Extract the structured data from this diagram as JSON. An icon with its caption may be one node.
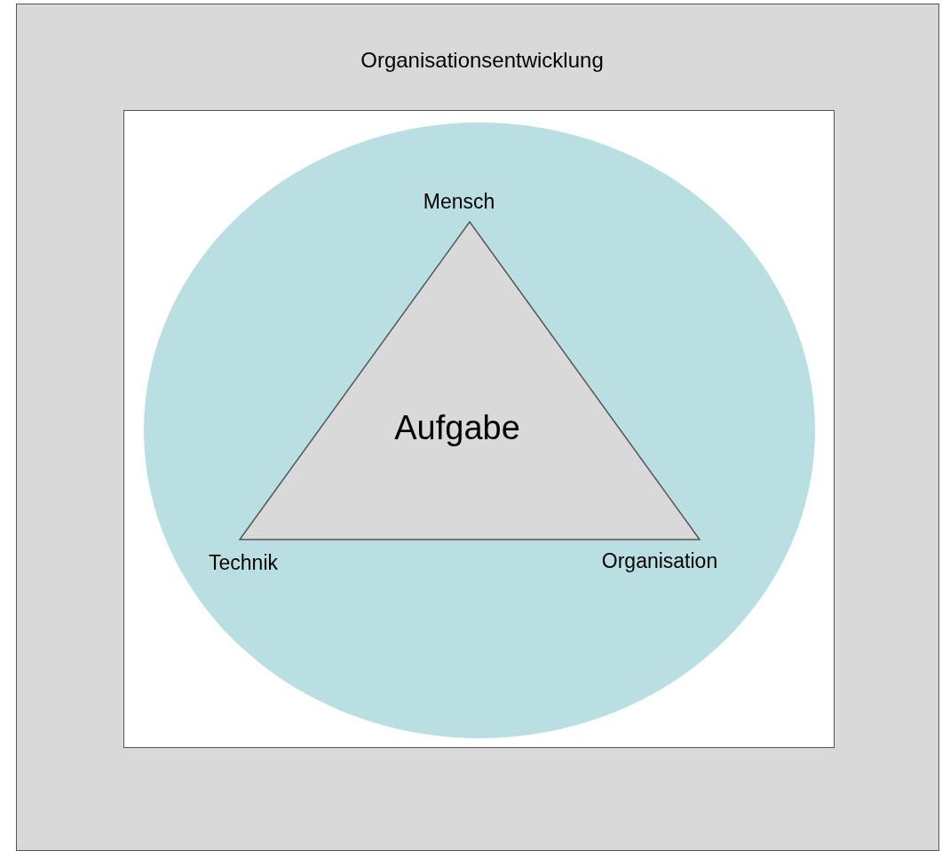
{
  "diagram": {
    "nodes": [
      {
        "text": [
          "Organisationsentwicklung"
        ]
      },
      {
        "text": [],
        "shape": "box",
        "in": 0
      },
      {
        "text": [],
        "shape": "circle",
        "in": 1
      },
      {
        "text": [
          "Aufgabe"
        ],
        "beside": [
          "Mensch",
          "Technik",
          "Organisation"
        ],
        "in": 2
      }
    ]
  }
}
